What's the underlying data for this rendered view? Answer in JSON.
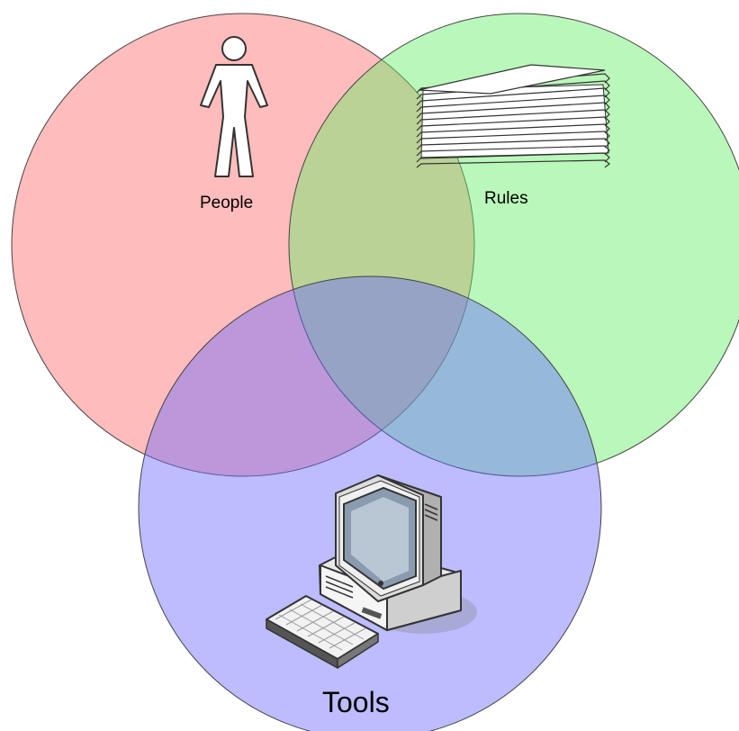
{
  "venn": {
    "circles": [
      {
        "id": "people",
        "label": "People",
        "icon": "person-icon",
        "fill": "#ff6a6a"
      },
      {
        "id": "rules",
        "label": "Rules",
        "icon": "paper-stack-icon",
        "fill": "#66ee66"
      },
      {
        "id": "tools",
        "label": "Tools",
        "icon": "computer-icon",
        "fill": "#7b7bff"
      }
    ],
    "fill_opacity": 0.45,
    "stroke_color": "#444444"
  }
}
